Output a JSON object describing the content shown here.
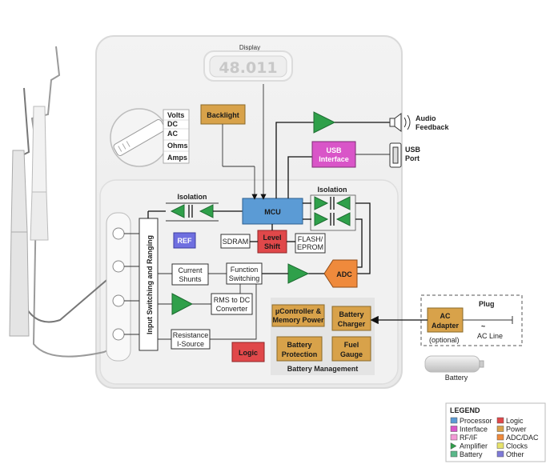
{
  "display": {
    "title": "Display",
    "value": "48.011"
  },
  "backlight": "Backlight",
  "selector": [
    "Volts",
    "DC",
    "AC",
    "Ohms",
    "Amps"
  ],
  "audio": [
    "Audio",
    "Feedback"
  ],
  "usb_interface": [
    "USB",
    "Interface"
  ],
  "usb_port": [
    "USB",
    "Port"
  ],
  "isolation_left": "Isolation",
  "isolation_right": "Isolation",
  "mcu": "MCU",
  "ref": "REF",
  "sdram": "SDRAM",
  "level_shift": [
    "Level",
    "Shift"
  ],
  "flash": [
    "FLASH/",
    "EPROM"
  ],
  "input_switching": "Input Switching and Ranging",
  "current_shunts": [
    "Current",
    "Shunts"
  ],
  "function_switching": [
    "Function",
    "Switching"
  ],
  "adc": "ADC",
  "rms": [
    "RMS to DC",
    "Converter"
  ],
  "resistance": [
    "Resistance",
    "I-Source"
  ],
  "logic": "Logic",
  "ucontroller": [
    "µController &",
    "Memory Power"
  ],
  "battery_charger": [
    "Battery",
    "Charger"
  ],
  "battery_protection": [
    "Battery",
    "Protection"
  ],
  "fuel_gauge": [
    "Fuel",
    "Gauge"
  ],
  "battery_management": "Battery Management",
  "ac_adapter": [
    "AC",
    "Adapter"
  ],
  "plug": "Plug",
  "optional": "(optional)",
  "ac_line": "AC Line",
  "ac_symbol": "~",
  "battery": "Battery",
  "legend": {
    "title": "LEGEND",
    "items": [
      {
        "label": "Processor",
        "color": "#5b9bd5",
        "shape": "square"
      },
      {
        "label": "Logic",
        "color": "#e0484a",
        "shape": "square"
      },
      {
        "label": "Interface",
        "color": "#d955c8",
        "shape": "square"
      },
      {
        "label": "Power",
        "color": "#d8a24a",
        "shape": "square"
      },
      {
        "label": "RF/IF",
        "color": "#f39bd5",
        "shape": "square"
      },
      {
        "label": "ADC/DAC",
        "color": "#ef8a3c",
        "shape": "square"
      },
      {
        "label": "Amplifier",
        "color": "#2fa04a",
        "shape": "triangle"
      },
      {
        "label": "Clocks",
        "color": "#e6e26a",
        "shape": "square"
      },
      {
        "label": "Battery",
        "color": "#5ab88a",
        "shape": "square"
      },
      {
        "label": "Other",
        "color": "#7e7ad8",
        "shape": "square"
      }
    ]
  },
  "colors": {
    "processor": "#5b9bd5",
    "logic": "#e0484a",
    "interface": "#d955c8",
    "power": "#d8a24a",
    "adc": "#ef8a3c",
    "amplifier": "#2fa04a",
    "ref": "#6f6fe0"
  }
}
